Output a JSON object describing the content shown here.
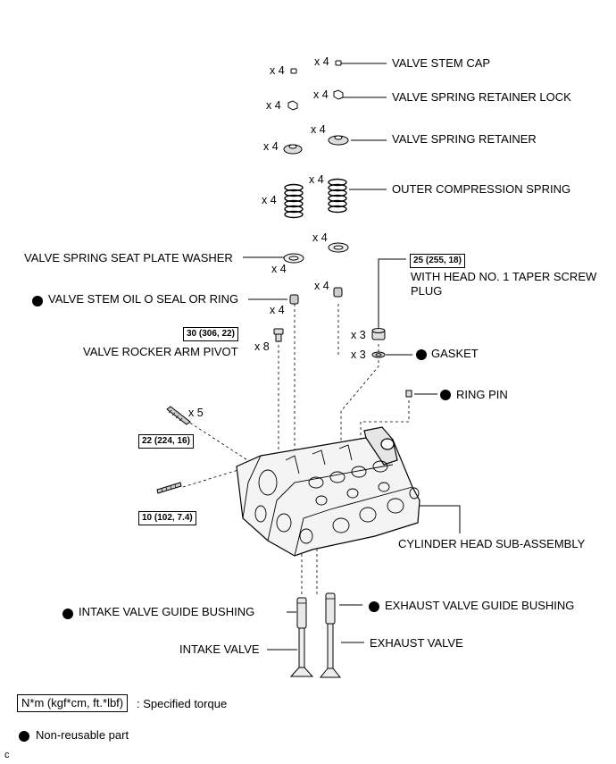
{
  "parts": {
    "valve_stem_cap": "VALVE STEM CAP",
    "valve_spring_retainer_lock": "VALVE SPRING RETAINER LOCK",
    "valve_spring_retainer": "VALVE SPRING RETAINER",
    "outer_compression_spring": "OUTER COMPRESSION SPRING",
    "valve_spring_seat_plate_washer": "VALVE SPRING SEAT PLATE WASHER",
    "valve_stem_oil_seal": "VALVE STEM OIL O SEAL OR RING",
    "with_head_taper_screw_plug_line1": "WITH HEAD NO. 1 TAPER SCREW",
    "with_head_taper_screw_plug_line2": "PLUG",
    "valve_rocker_arm_pivot": "VALVE ROCKER ARM PIVOT",
    "gasket": "GASKET",
    "ring_pin": "RING PIN",
    "cylinder_head": "CYLINDER HEAD SUB-ASSEMBLY",
    "intake_valve_guide_bushing": "INTAKE VALVE GUIDE BUSHING",
    "exhaust_valve_guide_bushing": "EXHAUST VALVE GUIDE BUSHING",
    "intake_valve": "INTAKE VALVE",
    "exhaust_valve": "EXHAUST VALVE"
  },
  "quantities": {
    "cap_left": "x 4",
    "cap_right": "x 4",
    "lock_left": "x 4",
    "lock_right": "x 4",
    "retainer_left": "x 4",
    "retainer_right": "x 4",
    "spring_left": "x 4",
    "spring_right": "x 4",
    "washer_left": "x 4",
    "washer_right": "x 4",
    "seal_left": "x 4",
    "seal_right": "x 4",
    "pivot": "x 8",
    "plug": "x 3",
    "gasket": "x 3",
    "stud": "x 5"
  },
  "torques": {
    "plug": "25 (255, 18)",
    "pivot": "30 (306, 22)",
    "stud_upper": "22 (224, 16)",
    "stud_lower": "10 (102, 7.4)"
  },
  "legend": {
    "torque_unit": "N*m (kgf*cm, ft.*lbf)",
    "torque_desc": ": Specified torque",
    "nonreusable": "Non-reusable part"
  },
  "corner_letter": "c"
}
